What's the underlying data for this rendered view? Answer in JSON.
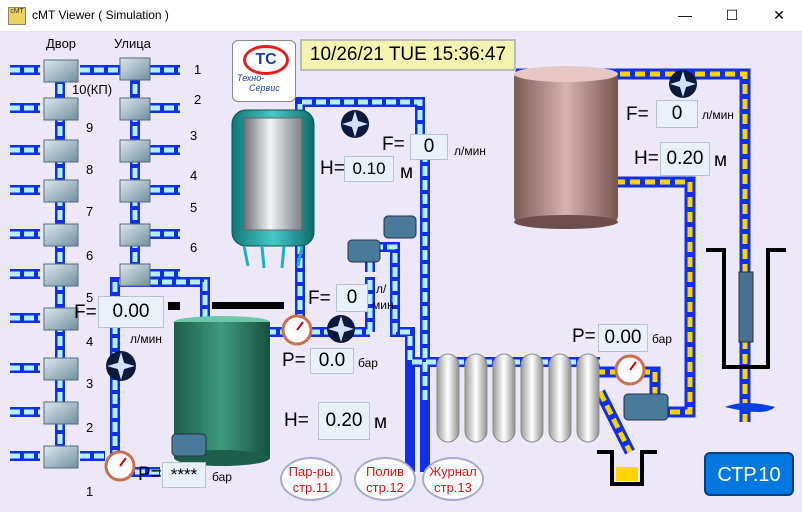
{
  "window": {
    "title": "cMT Viewer ( Simulation )",
    "app_icon": "cMT",
    "min_glyph": "—",
    "max_glyph": "☐",
    "close_glyph": "✕"
  },
  "header": {
    "datetime": "10/26/21 TUE 15:36:47",
    "logo_text": "TC",
    "logo_caption1": "Техно-",
    "logo_caption2": "Сервис"
  },
  "wells": {
    "col_left": "Двор",
    "col_right": "Улица",
    "left_labels": [
      "10(КП)",
      "9",
      "8",
      "7",
      "6",
      "5",
      "4",
      "3",
      "2",
      "1"
    ],
    "right_labels": [
      "1",
      "2",
      "3",
      "4",
      "5",
      "6"
    ]
  },
  "readouts": {
    "left_flow": {
      "prefix": "F=",
      "value": "0.00",
      "unit": "л/мин"
    },
    "left_pressure": {
      "prefix": "P=",
      "value": "****",
      "unit": "бар"
    },
    "tank_level": {
      "prefix": "H=",
      "value": "0.10",
      "unit": "м"
    },
    "tank_flow": {
      "prefix": "F=",
      "value": "0",
      "unit": "л/мин"
    },
    "mid_flow": {
      "prefix": "F=",
      "value": "0",
      "unit_a": "л/",
      "unit_b": "мин"
    },
    "mid_pressure": {
      "prefix": "P=",
      "value": "0.0",
      "unit": "бар"
    },
    "green_level": {
      "prefix": "H=",
      "value": "0.20",
      "unit": "м"
    },
    "right_pressure": {
      "prefix": "P=",
      "value": "0.00",
      "unit": "бар"
    },
    "right_flow": {
      "prefix": "F=",
      "value": "0",
      "unit": "л/мин"
    },
    "right_level": {
      "prefix": "H=",
      "value": "0.20",
      "unit": "м"
    }
  },
  "nav": {
    "params": [
      "Пар-ры",
      "стр.11"
    ],
    "watering": [
      "Полив",
      "стр.12"
    ],
    "journal": [
      "Журнал",
      "стр.13"
    ],
    "page": "СТР.10"
  }
}
